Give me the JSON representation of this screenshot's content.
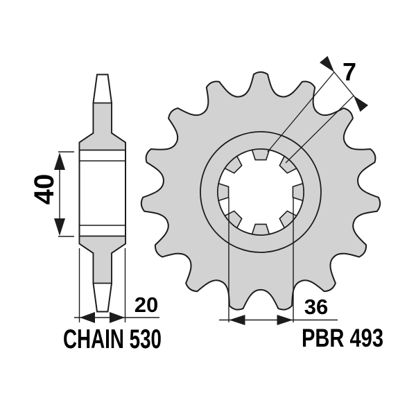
{
  "document": {
    "type": "sprocket-technical-drawing",
    "background": "#ffffff"
  },
  "labels": {
    "hub_length": "40",
    "hub_width": "20",
    "spline_bore_diameter": "36",
    "tooth_thickness": "7",
    "chain_size": "CHAIN 530",
    "part_number": "PBR 493"
  },
  "drawing": {
    "teeth_count": 15,
    "spline_count": 8,
    "body_fill": "#d2d2d2",
    "line_color": "#1c1c1c",
    "text_color": "#000000"
  }
}
